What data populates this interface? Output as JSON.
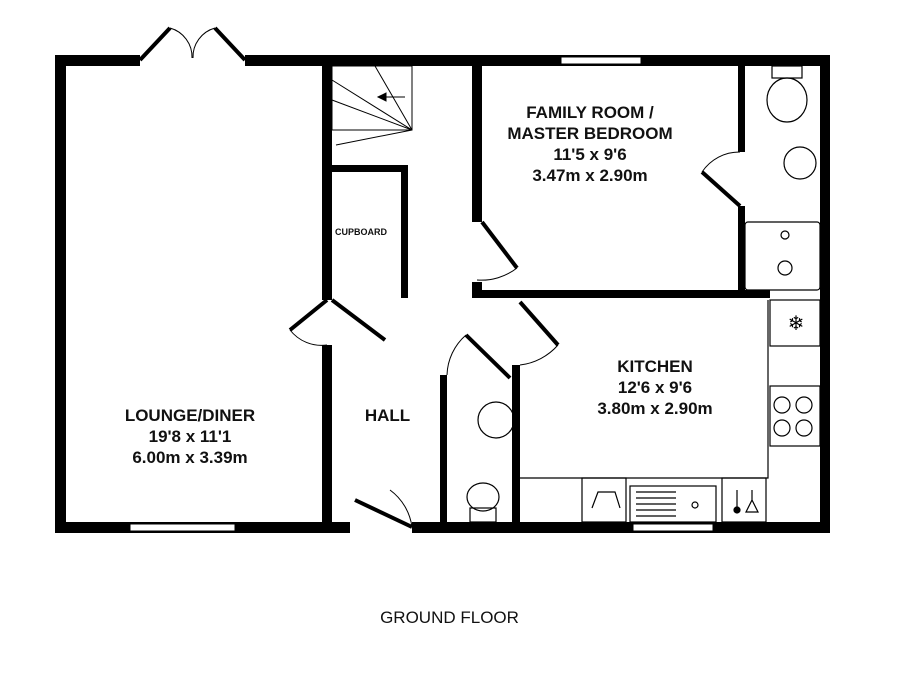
{
  "floor_title": "GROUND FLOOR",
  "rooms": {
    "family": {
      "name1": "FAMILY ROOM /",
      "name2": "MASTER BEDROOM",
      "imperial": "11'5 x 9'6",
      "metric": "3.47m x 2.90m"
    },
    "kitchen": {
      "name": "KITCHEN",
      "imperial": "12'6 x 9'6",
      "metric": "3.80m x 2.90m"
    },
    "lounge": {
      "name": "LOUNGE/DINER",
      "imperial": "19'8 x 11'1",
      "metric": "6.00m x 3.39m"
    },
    "hall": {
      "name": "HALL"
    },
    "cupboard": {
      "name": "CUPBOARD"
    }
  }
}
